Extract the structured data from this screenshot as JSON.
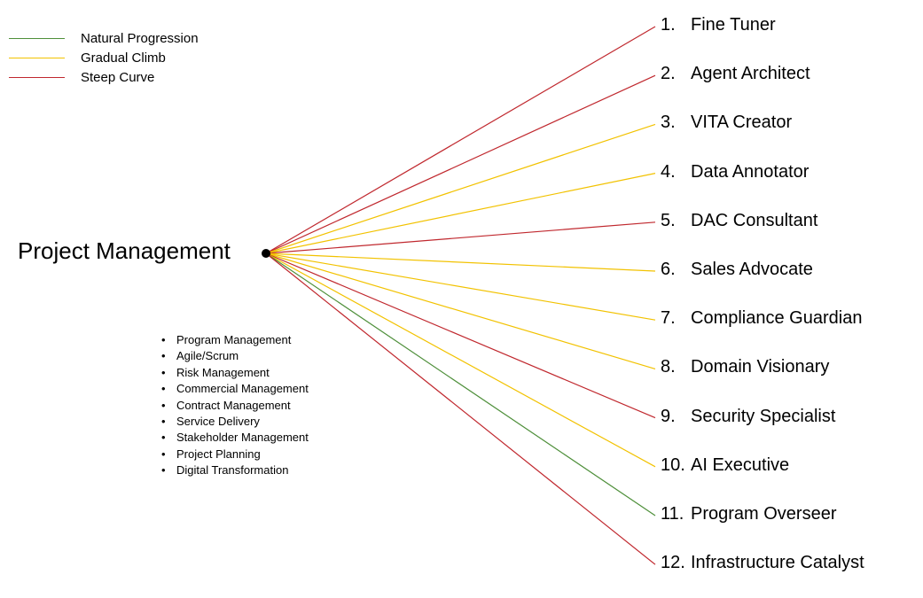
{
  "legend": [
    {
      "label": "Natural Progression",
      "color": "#4e8f3a"
    },
    {
      "label": "Gradual Climb",
      "color": "#f2c200"
    },
    {
      "label": "Steep Curve",
      "color": "#c0282e"
    }
  ],
  "source": {
    "label": "Project Management"
  },
  "skills": [
    "Program Management",
    "Agile/Scrum",
    "Risk Management",
    "Commercial Management",
    "Contract Management",
    "Service Delivery",
    "Stakeholder Management",
    "Project Planning",
    "Digital Transformation"
  ],
  "roles": [
    {
      "number": "1.",
      "name": "Fine Tuner",
      "path": "Steep Curve"
    },
    {
      "number": "2.",
      "name": "Agent Architect",
      "path": "Steep Curve"
    },
    {
      "number": "3.",
      "name": "VITA Creator",
      "path": "Gradual Climb"
    },
    {
      "number": "4.",
      "name": "Data Annotator",
      "path": "Gradual Climb"
    },
    {
      "number": "5.",
      "name": "DAC Consultant",
      "path": "Steep Curve"
    },
    {
      "number": "6.",
      "name": "Sales Advocate",
      "path": "Gradual Climb"
    },
    {
      "number": "7.",
      "name": "Compliance Guardian",
      "path": "Gradual Climb"
    },
    {
      "number": "8.",
      "name": "Domain Visionary",
      "path": "Gradual Climb"
    },
    {
      "number": "9.",
      "name": "Security Specialist",
      "path": "Steep Curve"
    },
    {
      "number": "10.",
      "name": "AI Executive",
      "path": "Gradual Climb"
    },
    {
      "number": "11.",
      "name": "Program Overseer",
      "path": "Natural Progression"
    },
    {
      "number": "12.",
      "name": "Infrastructure Catalyst",
      "path": "Steep Curve"
    }
  ]
}
